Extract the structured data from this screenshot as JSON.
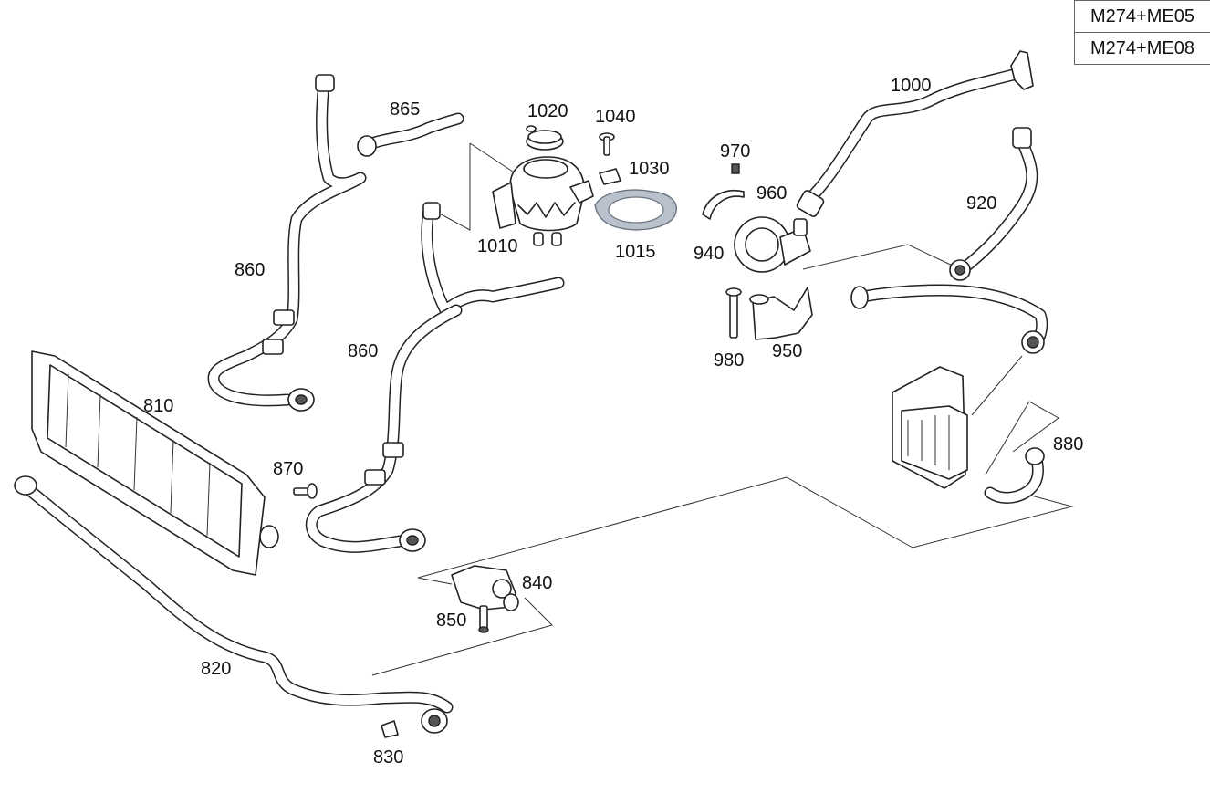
{
  "variants": [
    "M274+ME05",
    "M274+ME08"
  ],
  "callouts": {
    "c1000": "1000",
    "c865": "865",
    "c1020": "1020",
    "c1040": "1040",
    "c970": "970",
    "c1030": "1030",
    "c960": "960",
    "c920": "920",
    "c1010": "1010",
    "c1015": "1015",
    "c940": "940",
    "c860a": "860",
    "c860b": "860",
    "c980": "980",
    "c950": "950",
    "c810": "810",
    "c880": "880",
    "c870": "870",
    "c840": "840",
    "c850": "850",
    "c820": "820",
    "c830": "830"
  }
}
